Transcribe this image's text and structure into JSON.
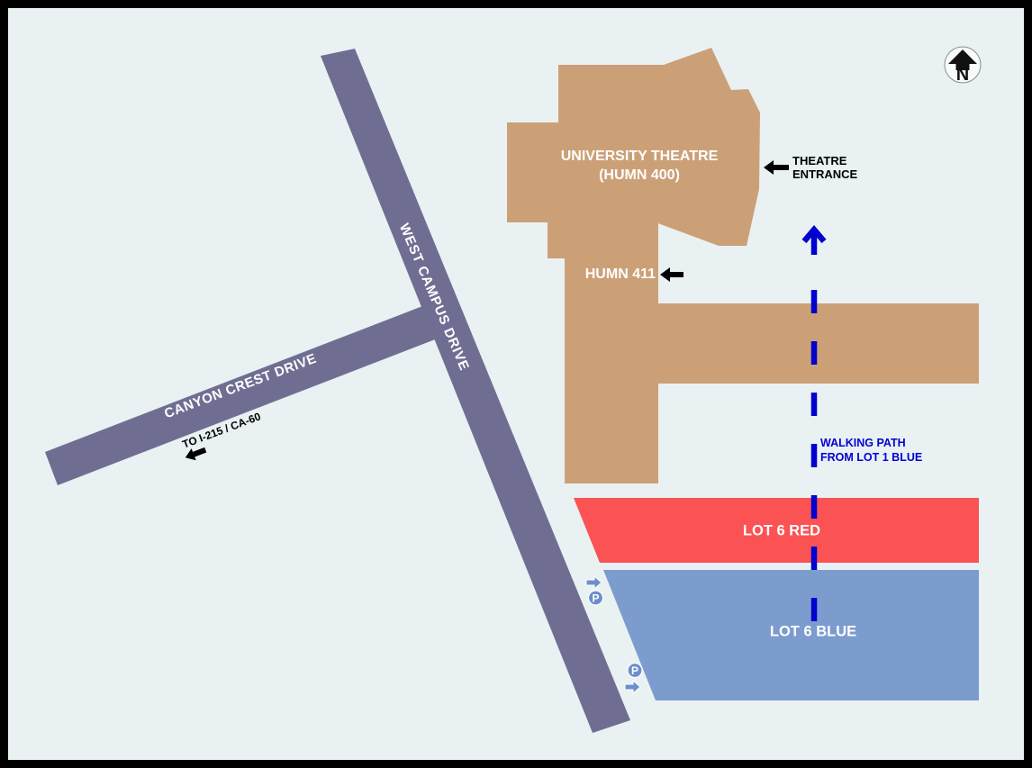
{
  "compass": {
    "north_label": "N"
  },
  "buildings": {
    "university_theatre": {
      "name_line1": "UNIVERSITY THEATRE",
      "name_line2": "(HUMN 400)"
    },
    "humn_411": {
      "name": "HUMN 411"
    }
  },
  "roads": [
    {
      "name": "WEST CAMPUS DRIVE"
    },
    {
      "name": "CANYON CREST DRIVE"
    }
  ],
  "parking_lots": [
    {
      "name": "LOT 6 RED",
      "color": "#FB5254"
    },
    {
      "name": "LOT 6 BLUE",
      "color": "#7C9CCE"
    }
  ],
  "annotations": {
    "theatre_entrance": {
      "line1": "THEATRE",
      "line2": "ENTRANCE"
    },
    "walking_path": {
      "line1": "WALKING PATH",
      "line2": "FROM LOT 1 BLUE"
    },
    "freeway": {
      "label": "TO I-215 / CA-60"
    },
    "parking_symbol": "P"
  },
  "colors": {
    "background": "#E9F1F3",
    "border": "#000000",
    "road": "#6F6E92",
    "building": "#CCA077",
    "lot_red": "#FB5254",
    "lot_blue": "#7C9CCE",
    "parking_icon_blue": "#6C8FC9",
    "walking_path_blue": "#0202CF"
  }
}
